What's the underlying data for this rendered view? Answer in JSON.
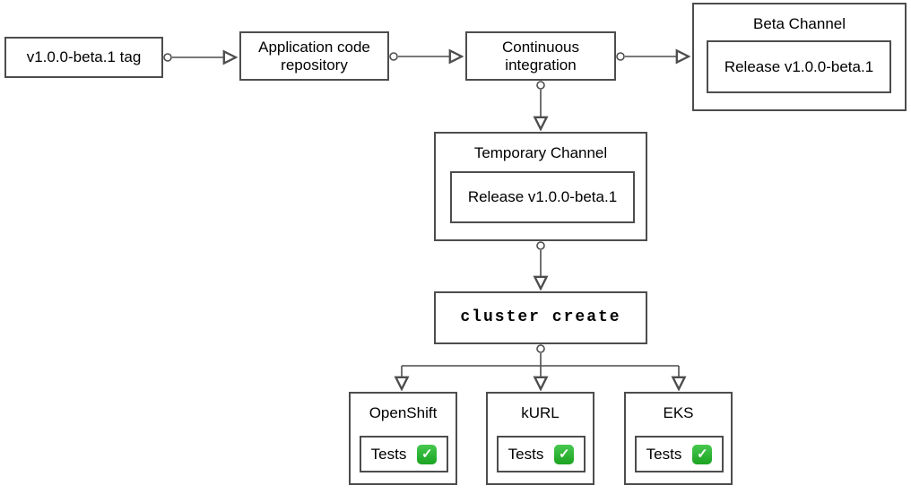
{
  "diagram": {
    "nodes": {
      "tag": {
        "label": "v1.0.0-beta.1 tag"
      },
      "repo": {
        "label": "Application code repository"
      },
      "ci": {
        "label": "Continuous integration"
      },
      "beta_channel": {
        "title": "Beta Channel",
        "release": "Release v1.0.0-beta.1"
      },
      "temp_channel": {
        "title": "Temporary Channel",
        "release": "Release v1.0.0-beta.1"
      },
      "cluster_create": {
        "label": "cluster create"
      },
      "clusters": [
        {
          "title": "OpenShift",
          "tests_label": "Tests",
          "status": "passed"
        },
        {
          "title": "kURL",
          "tests_label": "Tests",
          "status": "passed"
        },
        {
          "title": "EKS",
          "tests_label": "Tests",
          "status": "passed"
        }
      ]
    },
    "icons": {
      "check_glyph": "✓"
    },
    "edges": [
      {
        "from": "tag",
        "to": "repo"
      },
      {
        "from": "repo",
        "to": "ci"
      },
      {
        "from": "ci",
        "to": "beta_channel"
      },
      {
        "from": "ci",
        "to": "temp_channel"
      },
      {
        "from": "temp_channel",
        "to": "cluster_create"
      },
      {
        "from": "cluster_create",
        "to": "openshift"
      },
      {
        "from": "cluster_create",
        "to": "kurl"
      },
      {
        "from": "cluster_create",
        "to": "eks"
      }
    ],
    "colors": {
      "border": "#4d4d4d",
      "background": "#ffffff",
      "text": "#000000",
      "check_green": "#2bb52b"
    }
  }
}
